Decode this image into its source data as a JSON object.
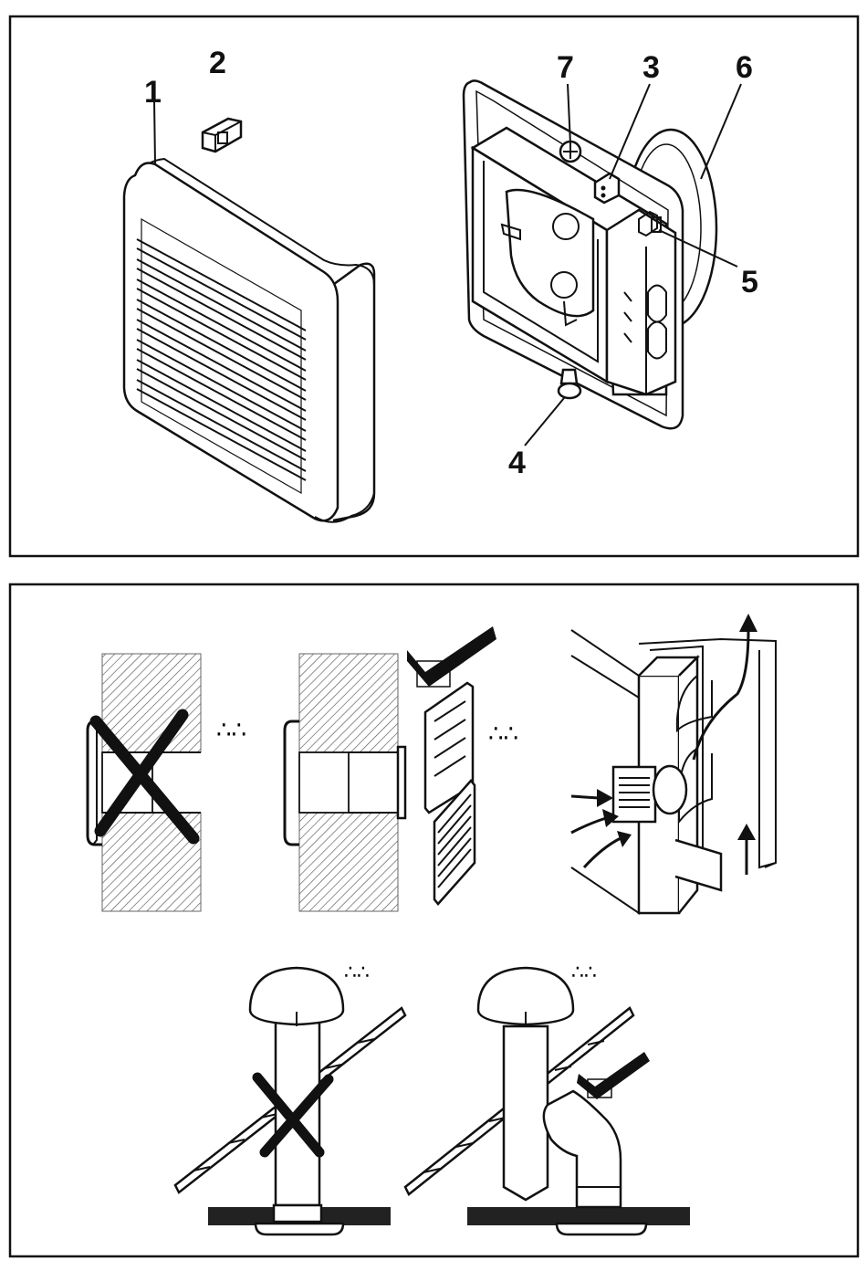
{
  "part_labels": {
    "p1": "1",
    "p2": "2",
    "p3": "3",
    "p4": "4",
    "p5": "5",
    "p6": "6",
    "p7": "7"
  },
  "colors": {
    "ink": "#111111",
    "paper": "#ffffff",
    "hatch": "#555555"
  }
}
